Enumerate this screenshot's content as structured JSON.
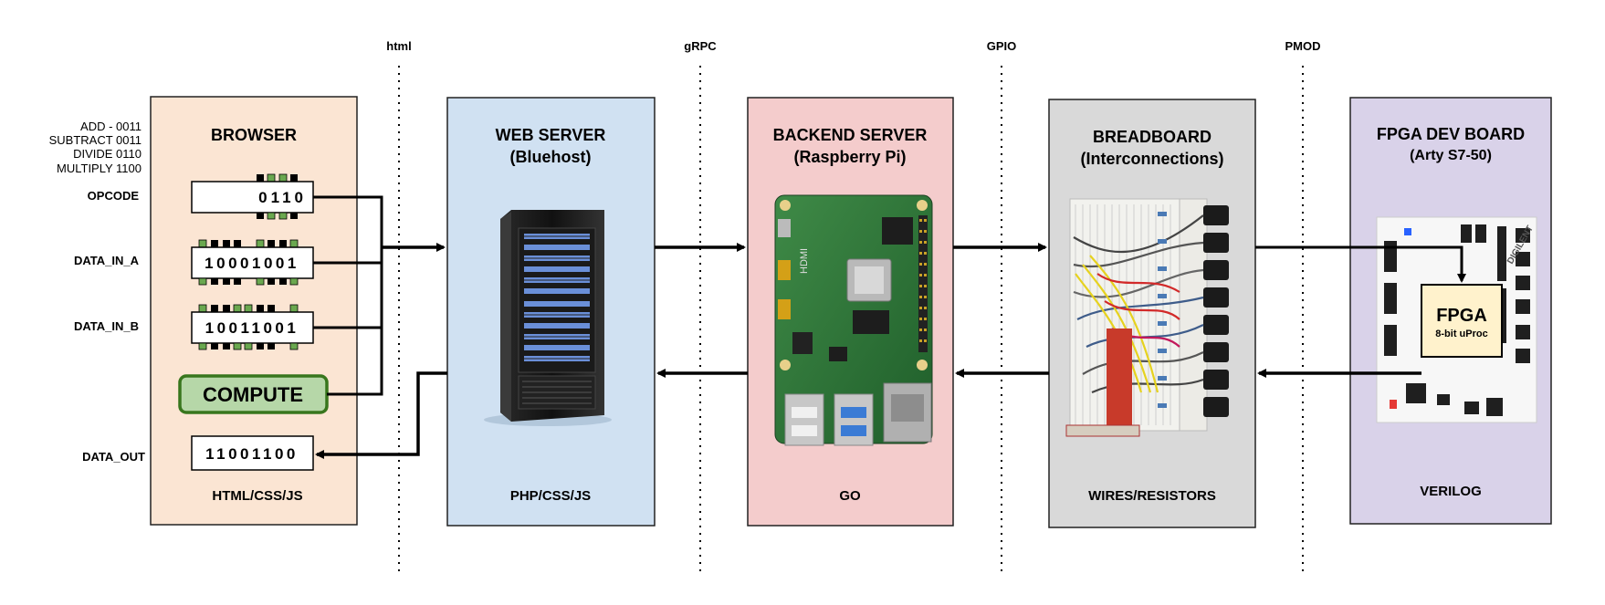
{
  "protocols": {
    "html": "html",
    "grpc": "gRPC",
    "gpio": "GPIO",
    "pmod": "PMOD"
  },
  "opcode_legend": [
    "ADD - 0011",
    "SUBTRACT 0011",
    "DIVIDE 0110",
    "MULTIPLY 1100"
  ],
  "browser": {
    "title": "BROWSER",
    "opcode_label": "OPCODE",
    "opcode_value": "0110",
    "data_in_a_label": "DATA_IN_A",
    "data_in_a_value": "10001001",
    "data_in_b_label": "DATA_IN_B",
    "data_in_b_value": "10011001",
    "compute_label": "COMPUTE",
    "data_out_label": "DATA_OUT",
    "data_out_value": "11001100",
    "tech": "HTML/CSS/JS"
  },
  "web_server": {
    "title": "WEB SERVER",
    "subtitle": "(Bluehost)",
    "tech": "PHP/CSS/JS"
  },
  "backend_server": {
    "title": "BACKEND SERVER",
    "subtitle": "(Raspberry Pi)",
    "tech": "GO"
  },
  "breadboard": {
    "title": "BREADBOARD",
    "subtitle": "(Interconnections)",
    "tech": "WIRES/RESISTORS"
  },
  "fpga_board": {
    "title": "FPGA DEV BOARD",
    "subtitle": "(Arty S7-50)",
    "chip_label": "FPGA",
    "chip_sub": "8-bit uProc",
    "brand": "DIGILENT",
    "tech": "VERILOG"
  },
  "colors": {
    "browser_bg": "#fbe5d3",
    "web_bg": "#d0e1f2",
    "backend_bg": "#f4cccc",
    "breadboard_bg": "#d9d9d9",
    "fpga_bg": "#d9d2e9",
    "compute_bg": "#b6d7a8",
    "compute_border": "#38761d",
    "chip_bg": "#fff2cc",
    "pin_green": "#6aa84f"
  }
}
